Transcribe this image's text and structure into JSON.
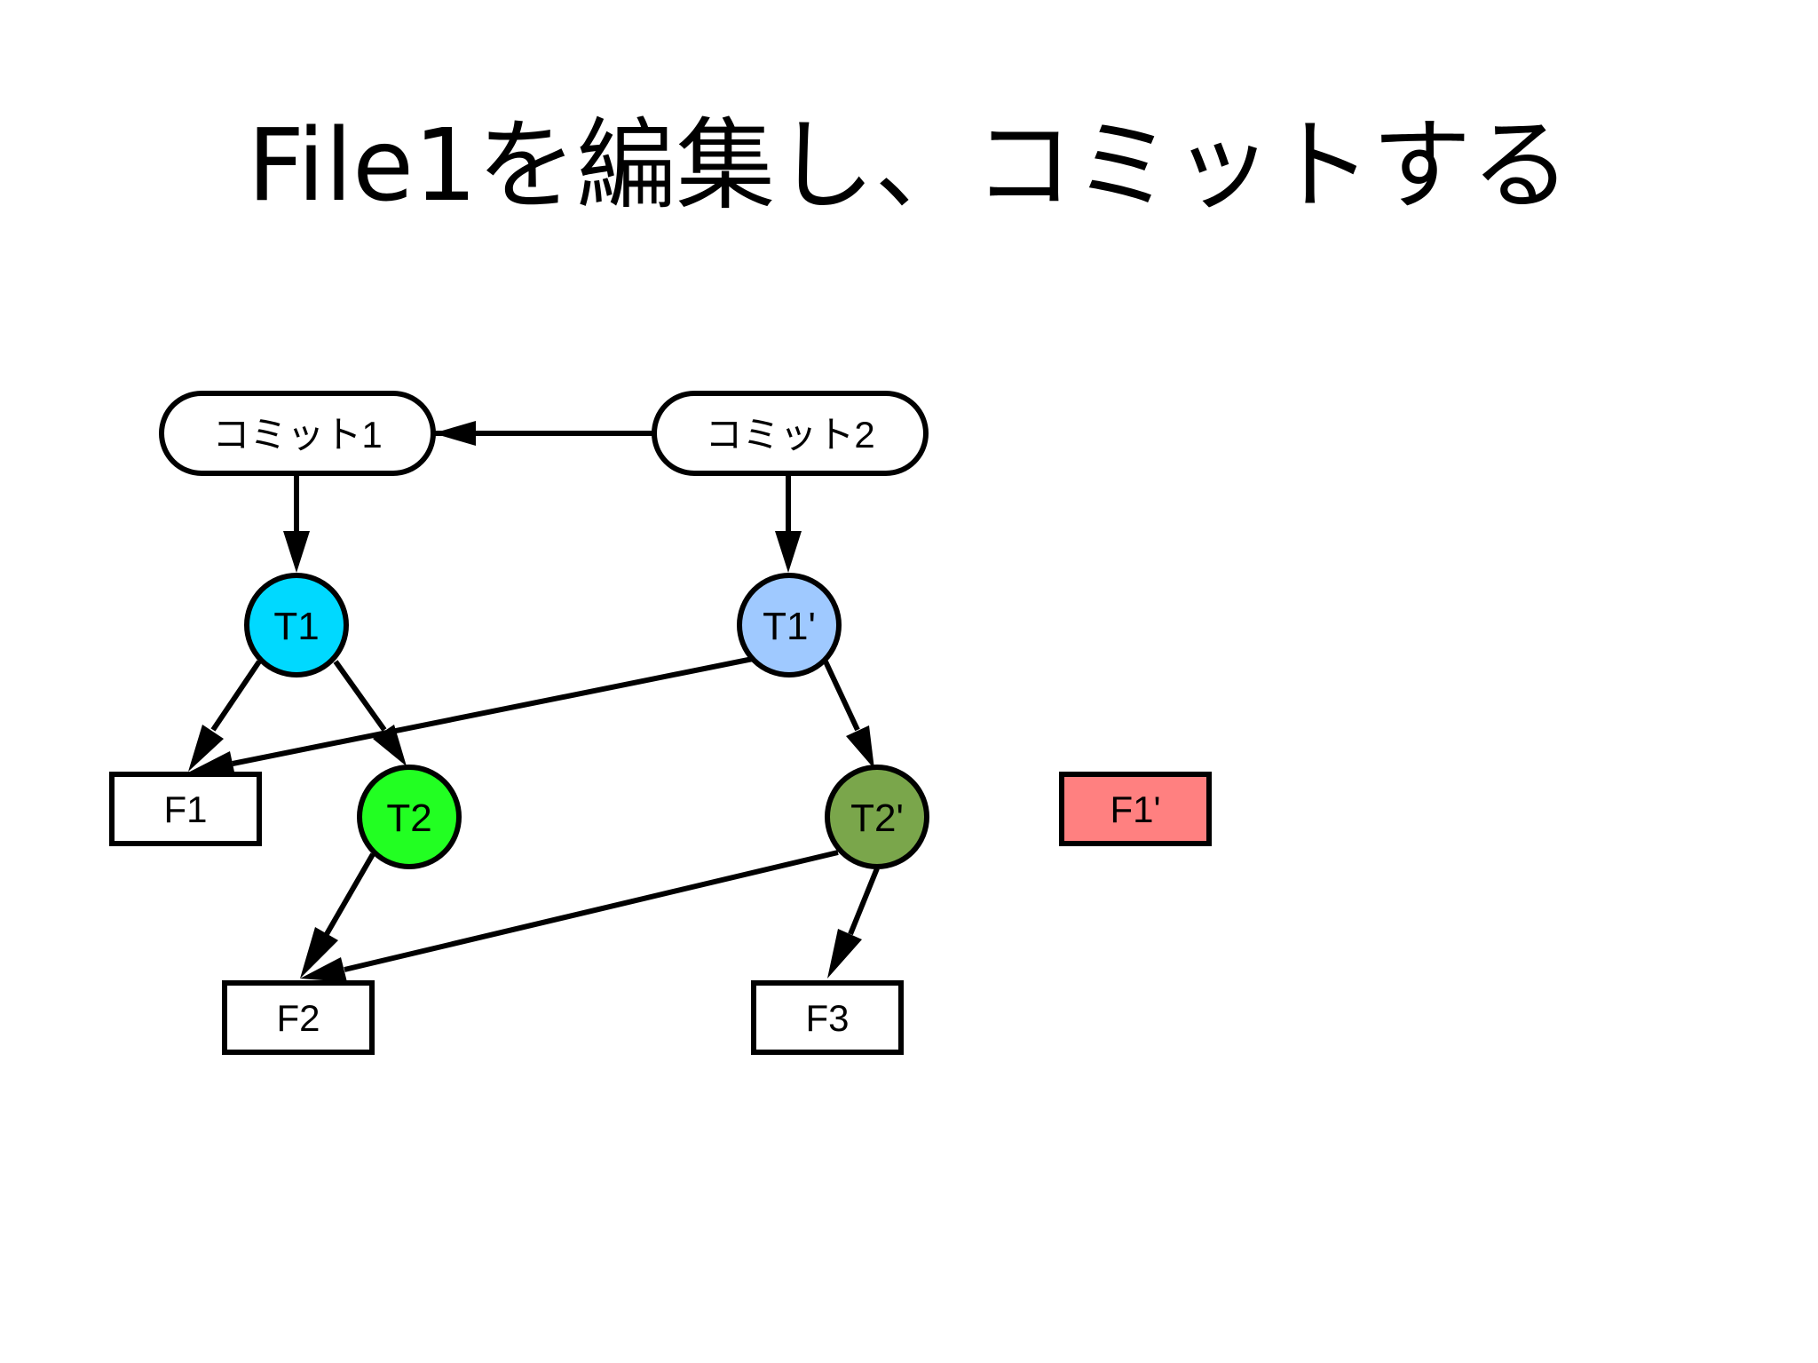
{
  "slide": {
    "title": "File1を編集し、コミットする"
  },
  "diagram": {
    "commits": [
      {
        "id": "c1",
        "label": "コミット1"
      },
      {
        "id": "c2",
        "label": "コミット2"
      }
    ],
    "trees": [
      {
        "id": "t1",
        "label": "T1",
        "color": "#00d9ff"
      },
      {
        "id": "t1p",
        "label": "T1'",
        "color": "#9fc9ff"
      },
      {
        "id": "t2",
        "label": "T2",
        "color": "#22ff22"
      },
      {
        "id": "t2p",
        "label": "T2'",
        "color": "#7aa64b"
      }
    ],
    "files": [
      {
        "id": "f1",
        "label": "F1",
        "color": "#ffffff"
      },
      {
        "id": "f2",
        "label": "F2",
        "color": "#ffffff"
      },
      {
        "id": "f3",
        "label": "F3",
        "color": "#ffffff"
      },
      {
        "id": "f1p",
        "label": "F1'",
        "color": "#ff8080"
      }
    ],
    "edges": [
      {
        "from": "c2",
        "to": "c1"
      },
      {
        "from": "c1",
        "to": "t1"
      },
      {
        "from": "c2",
        "to": "t1p"
      },
      {
        "from": "t1",
        "to": "f1"
      },
      {
        "from": "t1",
        "to": "t2"
      },
      {
        "from": "t1p",
        "to": "f1"
      },
      {
        "from": "t1p",
        "to": "t2p"
      },
      {
        "from": "t2",
        "to": "f2"
      },
      {
        "from": "t2p",
        "to": "f2"
      },
      {
        "from": "t2p",
        "to": "f3"
      }
    ]
  }
}
